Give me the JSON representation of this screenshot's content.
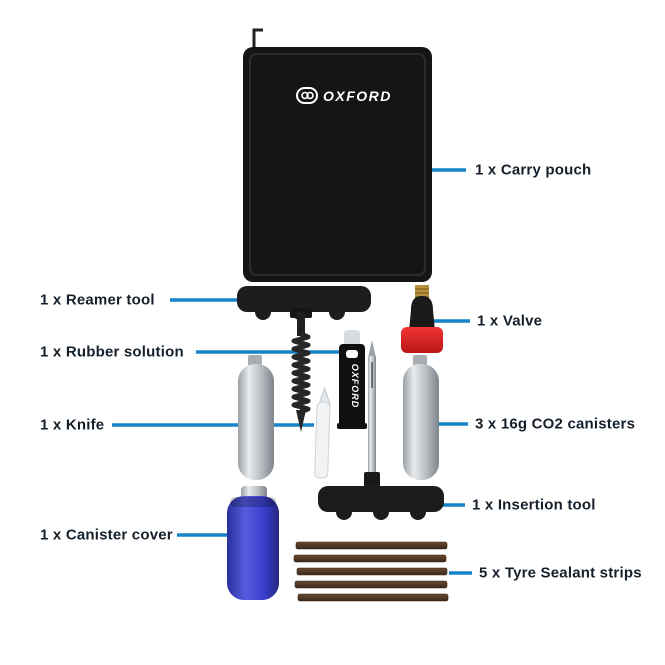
{
  "brand": "OXFORD",
  "labels": {
    "carry_pouch": "1 x Carry pouch",
    "reamer_tool": "1 x Reamer tool",
    "valve": "1 x Valve",
    "rubber_solution": "1 x Rubber solution",
    "knife": "1 x Knife",
    "co2_canisters": "3 x 16g CO2 canisters",
    "insertion_tool": "1 x Insertion tool",
    "canister_cover": "1 x Canister cover",
    "sealant_strips": "5 x Tyre Sealant strips"
  },
  "colors": {
    "connector_blue": "#1583c7",
    "label_text": "#15202b",
    "pouch_black": "#151515",
    "valve_red": "#e02424",
    "cover_blue": "#3a3fd0",
    "strip_brown": "#4a3121",
    "canister_silver": "#c6cbd0"
  }
}
